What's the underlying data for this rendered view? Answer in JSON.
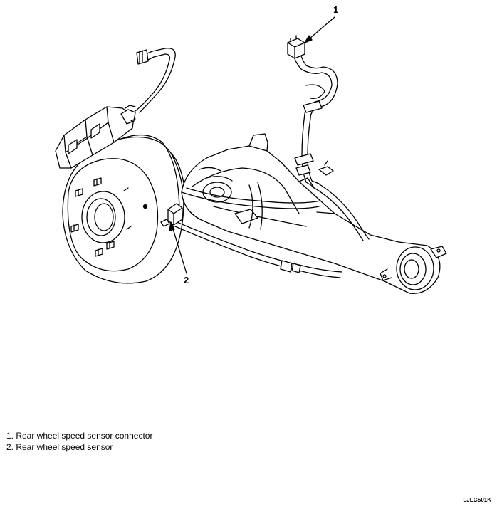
{
  "callouts": [
    {
      "number": "1"
    },
    {
      "number": "2"
    }
  ],
  "legend": [
    {
      "text": "1. Rear wheel speed sensor connector"
    },
    {
      "text": "2. Rear wheel speed sensor"
    }
  ],
  "figure_code": "LJLG501K"
}
